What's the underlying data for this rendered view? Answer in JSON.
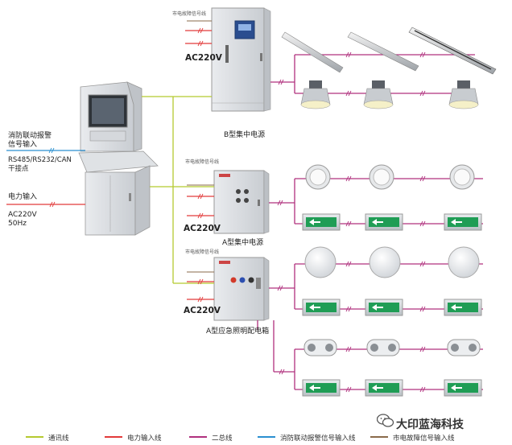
{
  "colors": {
    "comm_line": "#b5c92f",
    "power_line": "#e23a3a",
    "bus_line": "#b0307e",
    "fire_line": "#2a8fd0",
    "fault_line": "#8a6a4a"
  },
  "console": {
    "inputs": {
      "fire_link": "消防联动报警\n信号输入",
      "rs485": "RS485/RS232/CAN\n干接点",
      "power_in": "电力输入",
      "ac_spec": "AC220V\n50Hz"
    }
  },
  "units": {
    "b_type": {
      "caption": "B型集中电源",
      "ac": "AC220V",
      "fault_label": "市电故障信号线"
    },
    "a_type": {
      "caption": "A型集中电源",
      "ac": "AC220V",
      "fault_label": "市电故障信号线"
    },
    "box": {
      "caption": "A型应急照明配电箱",
      "ac": "AC220V",
      "fault_label": "市电故障信号线"
    }
  },
  "legend": [
    {
      "label": "通讯线",
      "color_key": "comm_line"
    },
    {
      "label": "电力输入线",
      "color_key": "power_line"
    },
    {
      "label": "二总线",
      "color_key": "bus_line"
    },
    {
      "label": "消防联动报警信号输入线",
      "color_key": "fire_line"
    },
    {
      "label": "市电故障信号输入线",
      "color_key": "fault_line"
    }
  ],
  "watermark": "大印蓝海科技",
  "icons": {
    "fixture_tube": "tube-light-icon",
    "fixture_highbay": "highbay-lamp-icon",
    "fixture_downlight": "downlight-icon",
    "fixture_exit": "exit-sign-icon",
    "fixture_globe": "globe-lamp-icon",
    "fixture_twinhead": "twin-head-emergency-lamp-icon",
    "watermark": "wechat-icon"
  }
}
